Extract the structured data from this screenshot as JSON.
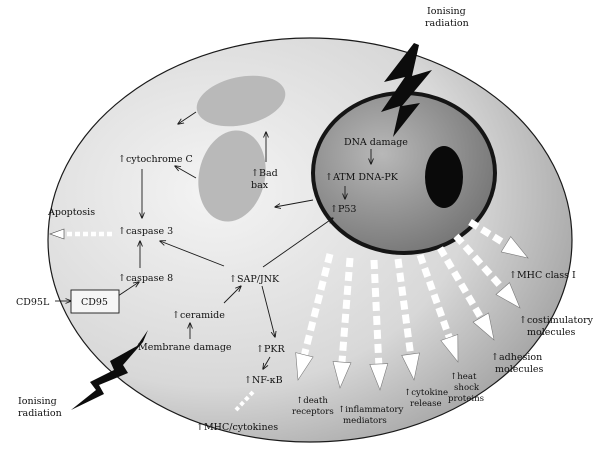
{
  "labels": {
    "ionising_radiation_top": [
      "Ionising",
      "radiation"
    ],
    "ionising_radiation_bottom": [
      "Ionising",
      "radiation"
    ],
    "dna_damage": "DNA damage",
    "atm_dna_pk": "↑ATM DNA-PK",
    "p53": "↑P53",
    "bad_bax": [
      "↑Bad",
      "bax"
    ],
    "cytochrome_c": "↑cytochrome C",
    "apoptosis": "Apoptosis",
    "caspase3": "↑caspase 3",
    "caspase8": "↑caspase 8",
    "cd95l": "CD95L",
    "cd95": "CD95",
    "sap_jnk": "↑SAP/JNK",
    "ceramide": "↑ceramide",
    "membrane_damage": "Membrane damage",
    "pkr": "↑PKR",
    "nfkb": "↑NF-κB",
    "mhc_cytokines": "↑MHC/cytokines",
    "mhc_class1": "↑MHC class I",
    "costimulatory": [
      "↑costimulatory",
      "molecules"
    ],
    "adhesion": [
      "↑adhesion",
      "molecules"
    ],
    "heat_shock": [
      "↑heat",
      "shock",
      "proteins"
    ],
    "cytokine_release": [
      "↑cytokine",
      "release"
    ],
    "inflammatory": [
      "↑inflammatory",
      "mediators"
    ],
    "death_receptors": [
      "↑death",
      "receptors"
    ]
  },
  "colors": {
    "cell_light": "#f4f4f4",
    "cell_dark": "#9a9a9a",
    "nucleus_light": "#b8b8b8",
    "nucleus_dark": "#6e6e6e",
    "organelle": "#b9b9b9",
    "nucleolus": "#0a0a0a",
    "stroke": "#1a1a1a",
    "output_arrow": "#ffffff"
  }
}
